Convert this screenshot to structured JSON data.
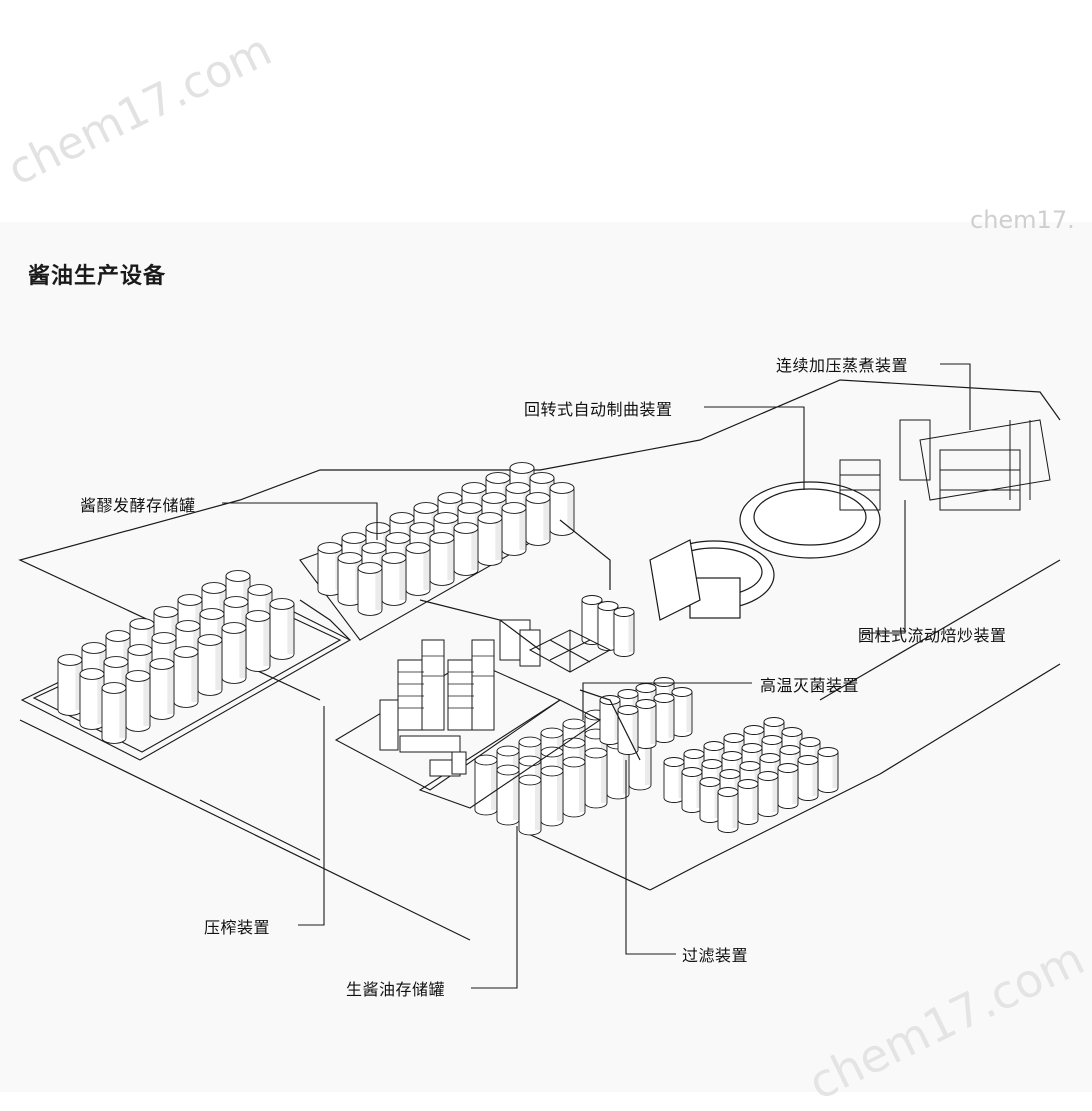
{
  "title": "酱油生产设备",
  "watermark": "chem17.com",
  "watermark_short": "chem17.",
  "labels": {
    "steamer": "连续加压蒸煮装置",
    "koji": "回转式自动制曲装置",
    "ferment_tanks": "酱醪发酵存储罐",
    "roaster": "圆柱式流动焙炒装置",
    "sterilizer": "高温灭菌装置",
    "press": "压榨装置",
    "filter": "过滤装置",
    "raw_soy_tanks": "生酱油存储罐"
  },
  "colors": {
    "line": "#1a1a1a",
    "tank_fill": "#ffffff",
    "tank_shade": "#d8d8d8"
  }
}
